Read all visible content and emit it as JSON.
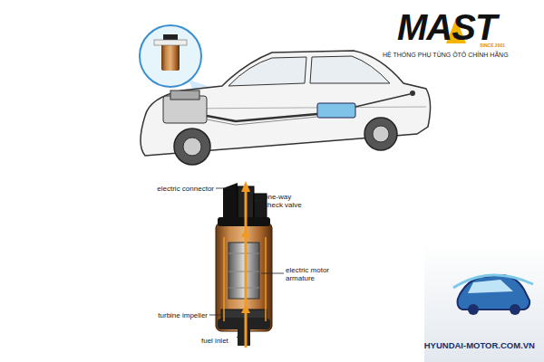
{
  "diagram": {
    "labels": [
      "MAST",
      "SINCE 2001",
      "HỆ THỐNG PHỤ TÙNG ÔTÔ CHÍNH HÃNG",
      "electric connector",
      "one-way check valve",
      "electric motor armature",
      "turbine impeller",
      "fuel inlet",
      "HYUNDAI-MOTOR.COM.VN"
    ]
  }
}
